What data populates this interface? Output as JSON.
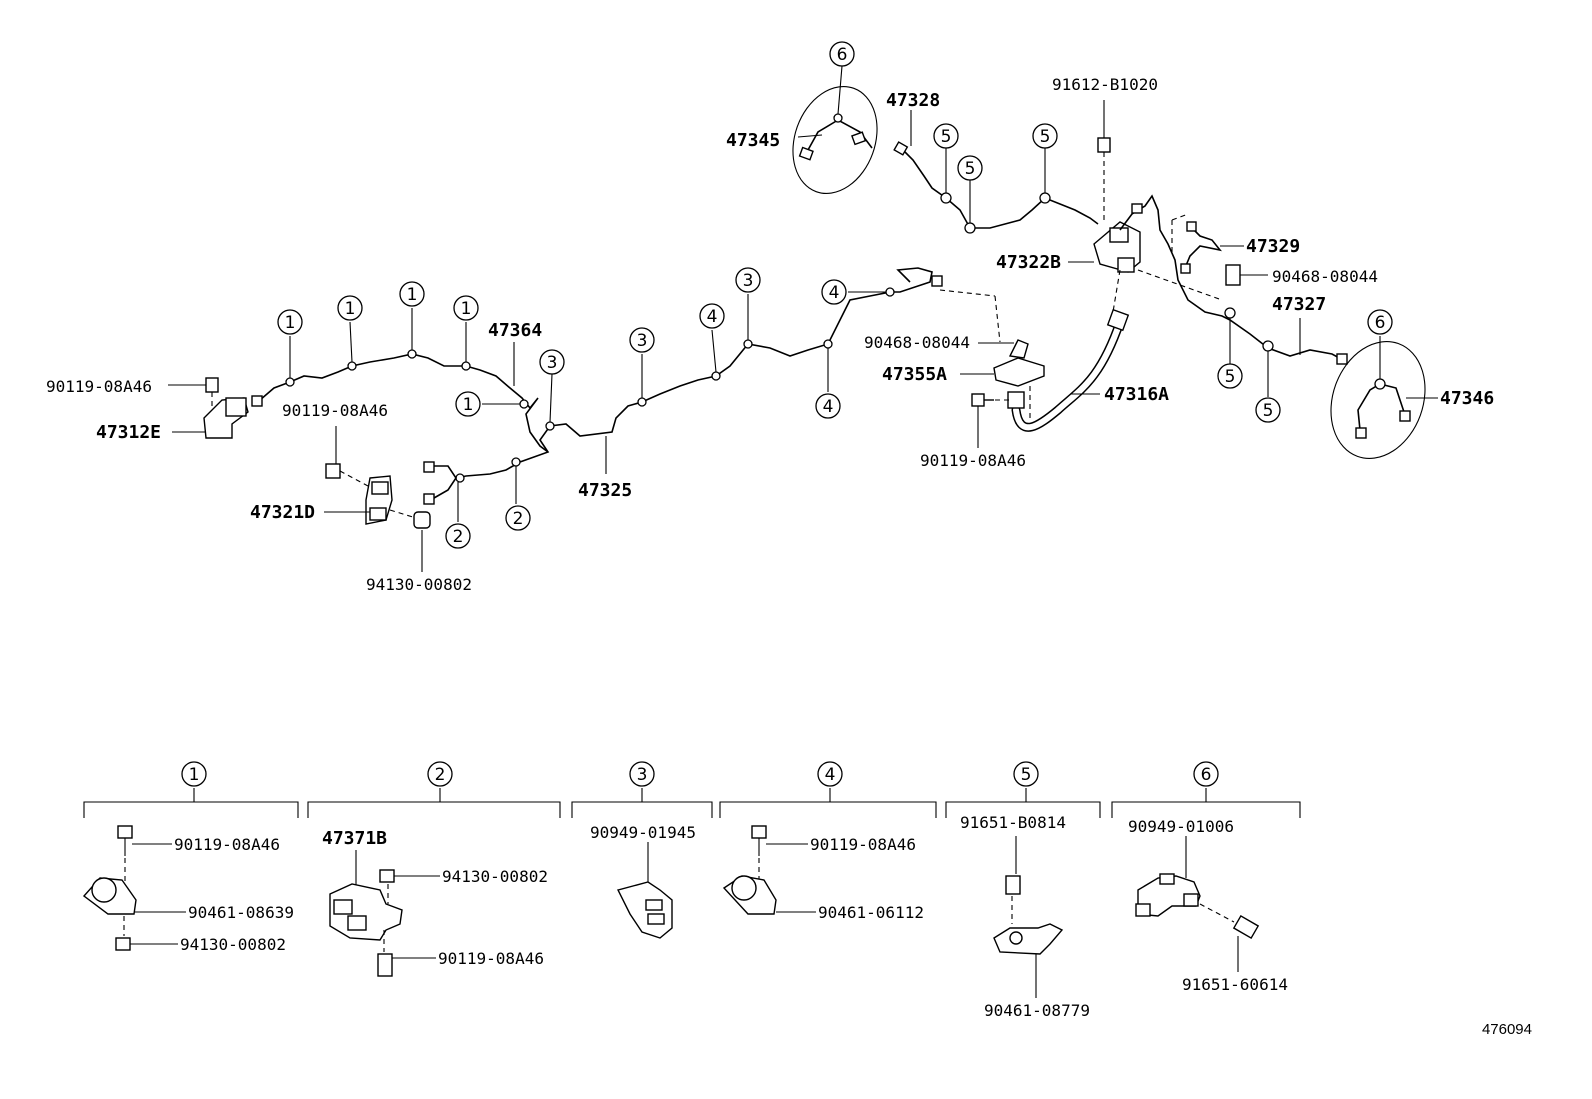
{
  "diagram_id": "476094",
  "part_labels": [
    {
      "id": "47345",
      "text": "47345",
      "bold": true
    },
    {
      "id": "47328",
      "text": "47328",
      "bold": true
    },
    {
      "id": "91612-B1020",
      "text": "91612-B1020",
      "bold": false
    },
    {
      "id": "47329",
      "text": "47329",
      "bold": true
    },
    {
      "id": "47322B",
      "text": "47322B",
      "bold": true
    },
    {
      "id": "90468-08044-a",
      "text": "90468-08044",
      "bold": false
    },
    {
      "id": "47327",
      "text": "47327",
      "bold": true
    },
    {
      "id": "47346",
      "text": "47346",
      "bold": true
    },
    {
      "id": "47364",
      "text": "47364",
      "bold": true
    },
    {
      "id": "90119-08A46-a",
      "text": "90119-08A46",
      "bold": false
    },
    {
      "id": "47312E",
      "text": "47312E",
      "bold": true
    },
    {
      "id": "90119-08A46-b",
      "text": "90119-08A46",
      "bold": false
    },
    {
      "id": "47321D",
      "text": "47321D",
      "bold": true
    },
    {
      "id": "94130-00802-a",
      "text": "94130-00802",
      "bold": false
    },
    {
      "id": "47325",
      "text": "47325",
      "bold": true
    },
    {
      "id": "90468-08044-b",
      "text": "90468-08044",
      "bold": false
    },
    {
      "id": "47355A",
      "text": "47355A",
      "bold": true
    },
    {
      "id": "47316A",
      "text": "47316A",
      "bold": true
    },
    {
      "id": "90119-08A46-c",
      "text": "90119-08A46",
      "bold": false
    }
  ],
  "callouts": [
    "1",
    "1",
    "1",
    "1",
    "1",
    "2",
    "2",
    "3",
    "3",
    "3",
    "4",
    "4",
    "4",
    "5",
    "5",
    "5",
    "5",
    "5",
    "6",
    "6"
  ],
  "groups": [
    {
      "number": "1",
      "parts": [
        "90119-08A46",
        "90461-08639",
        "94130-00802"
      ]
    },
    {
      "number": "2",
      "parts": [
        "47371B",
        "94130-00802",
        "90119-08A46"
      ]
    },
    {
      "number": "3",
      "parts": [
        "90949-01945"
      ]
    },
    {
      "number": "4",
      "parts": [
        "90119-08A46",
        "90461-06112"
      ]
    },
    {
      "number": "5",
      "parts": [
        "91651-B0814",
        "90461-08779"
      ]
    },
    {
      "number": "6",
      "parts": [
        "90949-01006",
        "91651-60614"
      ]
    }
  ]
}
